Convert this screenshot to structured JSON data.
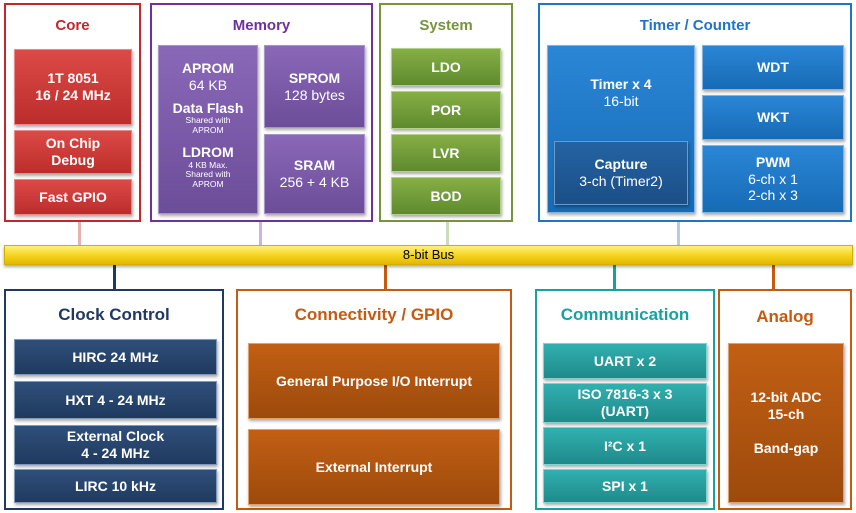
{
  "bus": {
    "label": "8-bit Bus"
  },
  "core": {
    "title": "Core",
    "cpu": {
      "line1": "1T 8051",
      "line2": "16 / 24 MHz"
    },
    "debug": {
      "line1": "On Chip",
      "line2": "Debug"
    },
    "gpio": "Fast GPIO"
  },
  "memory": {
    "title": "Memory",
    "aprom": {
      "title": "APROM",
      "size": "64 KB"
    },
    "dataflash": {
      "title": "Data Flash",
      "note1": "Shared with",
      "note2": "APROM"
    },
    "ldrom": {
      "title": "LDROM",
      "note1": "4 KB Max.",
      "note2": "Shared with",
      "note3": "APROM"
    },
    "sprom": {
      "title": "SPROM",
      "size": "128 bytes"
    },
    "sram": {
      "title": "SRAM",
      "size": "256 + 4 KB"
    }
  },
  "system": {
    "title": "System",
    "items": [
      "LDO",
      "POR",
      "LVR",
      "BOD"
    ]
  },
  "timer": {
    "title": "Timer / Counter",
    "timers": {
      "title": "Timer x 4",
      "sub": "16-bit"
    },
    "capture": {
      "title": "Capture",
      "sub": "3-ch (Timer2)"
    },
    "wdt": "WDT",
    "wkt": "WKT",
    "pwm": {
      "title": "PWM",
      "line1": "6-ch x 1",
      "line2": "2-ch x 3"
    }
  },
  "clock": {
    "title": "Clock Control",
    "items": [
      "HIRC 24 MHz",
      "HXT 4 - 24 MHz"
    ],
    "ext": {
      "line1": "External Clock",
      "line2": "4 - 24 MHz"
    },
    "lirc": "LIRC 10 kHz"
  },
  "connectivity": {
    "title": "Connectivity / GPIO",
    "items": [
      "General Purpose I/O Interrupt",
      "External Interrupt"
    ]
  },
  "communication": {
    "title": "Communication",
    "uart": "UART x 2",
    "iso": {
      "line1": "ISO 7816-3 x 3",
      "line2": "(UART)"
    },
    "i2c": "I²C x 1",
    "spi": "SPI x 1"
  },
  "analog": {
    "title": "Analog",
    "adc1": "12-bit ADC",
    "adc2": "15-ch",
    "bandgap": "Band-gap"
  },
  "colors": {
    "core": "#c0282d",
    "memory": "#7030a0",
    "system": "#77933c",
    "timer": "#1f73c8",
    "clock": "#1f3864",
    "connectivity": "#c55a11",
    "communication": "#17a2a2",
    "analog": "#c55a11",
    "bus": "#f5d01e"
  }
}
